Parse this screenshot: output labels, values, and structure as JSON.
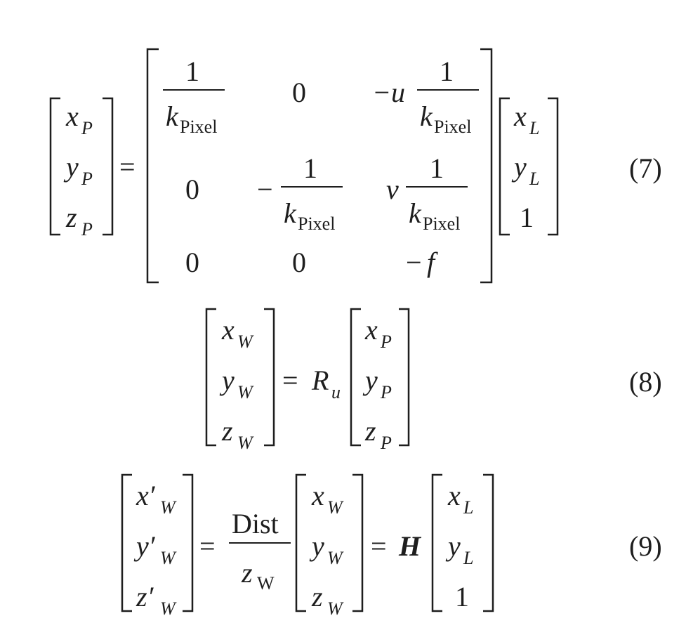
{
  "eq7": {
    "number": "(7)",
    "lhs": {
      "x": "x",
      "y": "y",
      "z": "z",
      "sub": "P"
    },
    "matrix": {
      "one": "1",
      "zero": "0",
      "k": "k",
      "pixel": "Pixel",
      "neg_u": "−u",
      "minus": "−",
      "v": "v",
      "neg_f": "−f",
      "sub_minus": "−",
      "f": "f"
    },
    "rhs": {
      "x": "x",
      "y": "y",
      "one": "1",
      "sub": "L"
    }
  },
  "eq8": {
    "number": "(8)",
    "lhs": {
      "x": "x",
      "y": "y",
      "z": "z",
      "sub": "W"
    },
    "rot": "R",
    "rot_sub": "u",
    "rhs": {
      "x": "x",
      "y": "y",
      "z": "z",
      "sub": "P"
    }
  },
  "eq9": {
    "number": "(9)",
    "lhs": {
      "x": "x′",
      "y": "y′",
      "z": "z′",
      "sub": "W"
    },
    "frac_num": "Dist",
    "frac_den": "z",
    "frac_den_sub": "W",
    "mid": {
      "x": "x",
      "y": "y",
      "z": "z",
      "sub": "W"
    },
    "hmat": "H",
    "rhs": {
      "x": "x",
      "y": "y",
      "one": "1",
      "sub": "L"
    }
  },
  "symbols": {
    "eq": "="
  }
}
